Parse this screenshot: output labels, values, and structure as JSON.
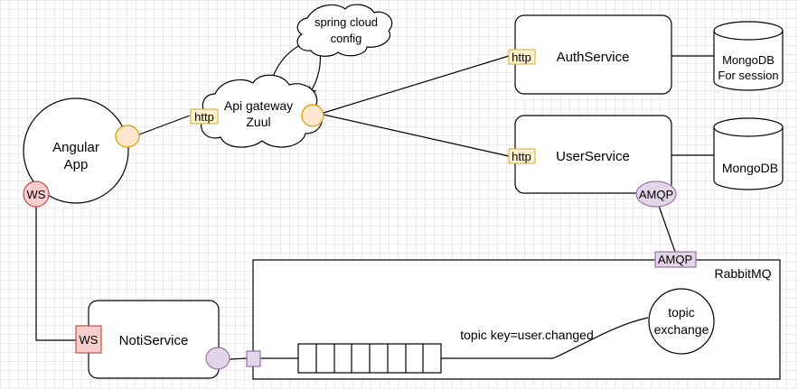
{
  "nodes": {
    "angular_app": {
      "line1": "Angular",
      "line2": "App"
    },
    "api_gateway": {
      "line1": "Api gateway",
      "line2": "Zuul"
    },
    "spring_cloud_config": {
      "line1": "spring cloud",
      "line2": "config"
    },
    "auth_service": {
      "label": "AuthService"
    },
    "user_service": {
      "label": "UserService"
    },
    "noti_service": {
      "label": "NotiService"
    },
    "mongodb_session": {
      "line1": "MongoDB",
      "line2": "For session"
    },
    "mongodb": {
      "label": "MongoDB"
    },
    "rabbitmq": {
      "label": "RabbitMQ"
    },
    "topic_exchange": {
      "line1": "topic",
      "line2": "exchange"
    }
  },
  "ports": {
    "http": "http",
    "ws": "WS",
    "amqp": "AMQP"
  },
  "edges": {
    "topic_key_label": "topic key=user.changed"
  },
  "colors": {
    "port_orange_fill": "#ffe6cc",
    "port_orange_stroke": "#d79b00",
    "http_fill": "#fff2cc",
    "http_stroke": "#d6b656",
    "ws_fill": "#f8cecc",
    "ws_stroke": "#b85450",
    "amqp_fill": "#e1d5e7",
    "amqp_stroke": "#9673a6"
  }
}
